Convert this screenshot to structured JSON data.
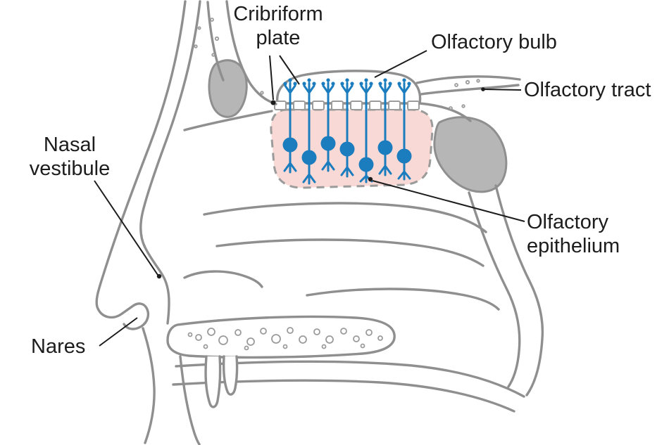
{
  "figure": {
    "labels": {
      "cribriform_plate": "Cribriform\nplate",
      "olfactory_bulb": "Olfactory bulb",
      "olfactory_tract": "Olfactory tract",
      "nasal_vestibule": "Nasal\nvestibule",
      "olfactory_epithelium": "Olfactory\nepithelium",
      "nares": "Nares"
    },
    "colors": {
      "outline": "#8f8f8f",
      "bone_fill": "#b6b6b6",
      "epithelium_fill": "#f8d9d5",
      "epithelium_border": "#9b9b9b",
      "neuron_blue": "#1b7cbe",
      "label_text": "#1c1c1c",
      "background": "#ffffff"
    }
  }
}
